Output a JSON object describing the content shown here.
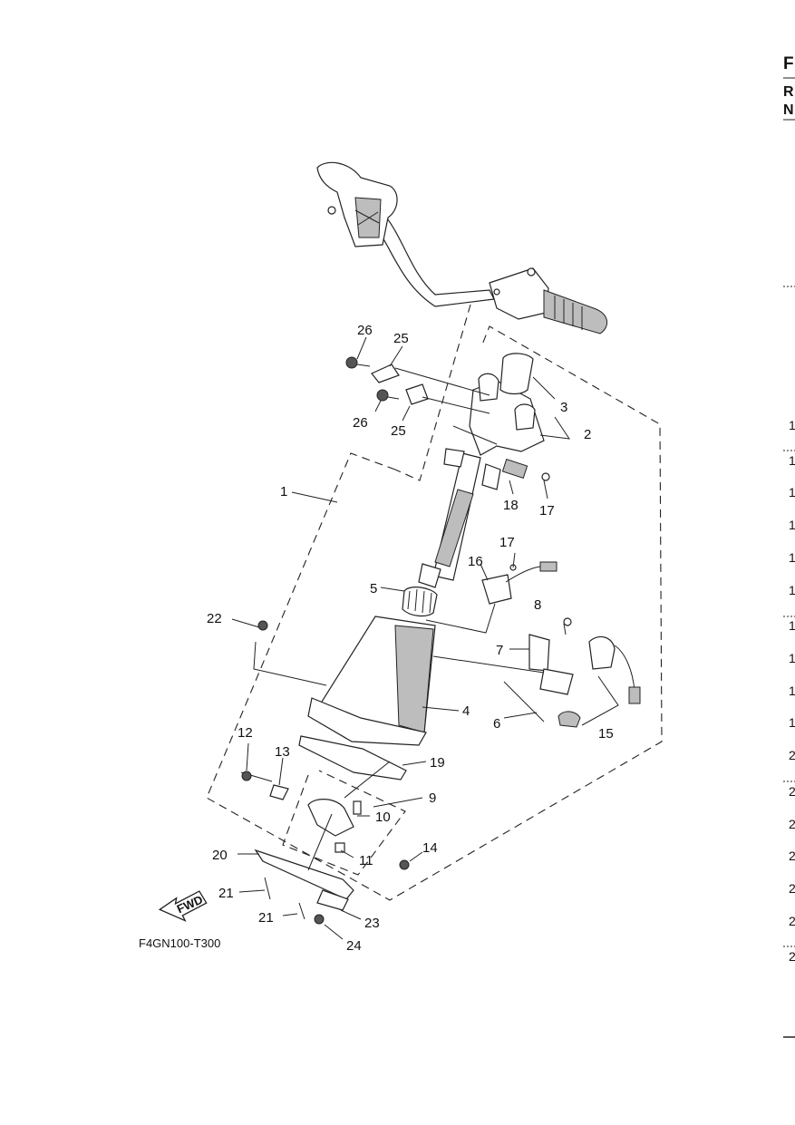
{
  "diagram": {
    "figure_code": "F4GN100-T300",
    "fwd_label": "FWD",
    "callouts": {
      "c1": "1",
      "c2": "2",
      "c3": "3",
      "c4": "4",
      "c5": "5",
      "c6": "6",
      "c7": "7",
      "c8": "8",
      "c9": "9",
      "c10": "10",
      "c11": "11",
      "c12": "12",
      "c13": "13",
      "c14": "14",
      "c15": "15",
      "c16": "16",
      "c17a": "17",
      "c17b": "17",
      "c18": "18",
      "c19": "19",
      "c20": "20",
      "c21a": "21",
      "c21b": "21",
      "c22": "22",
      "c23": "23",
      "c24": "24",
      "c25a": "25",
      "c25b": "25",
      "c26a": "26",
      "c26b": "26"
    }
  },
  "right_edge": {
    "header_1": "F",
    "header_2": "R",
    "header_3": "N",
    "rows": [
      "1",
      "1",
      "1",
      "1",
      "1",
      "1",
      "1",
      "1",
      "1",
      "1",
      "2",
      "2",
      "2",
      "2",
      "2",
      "2",
      "2"
    ]
  }
}
